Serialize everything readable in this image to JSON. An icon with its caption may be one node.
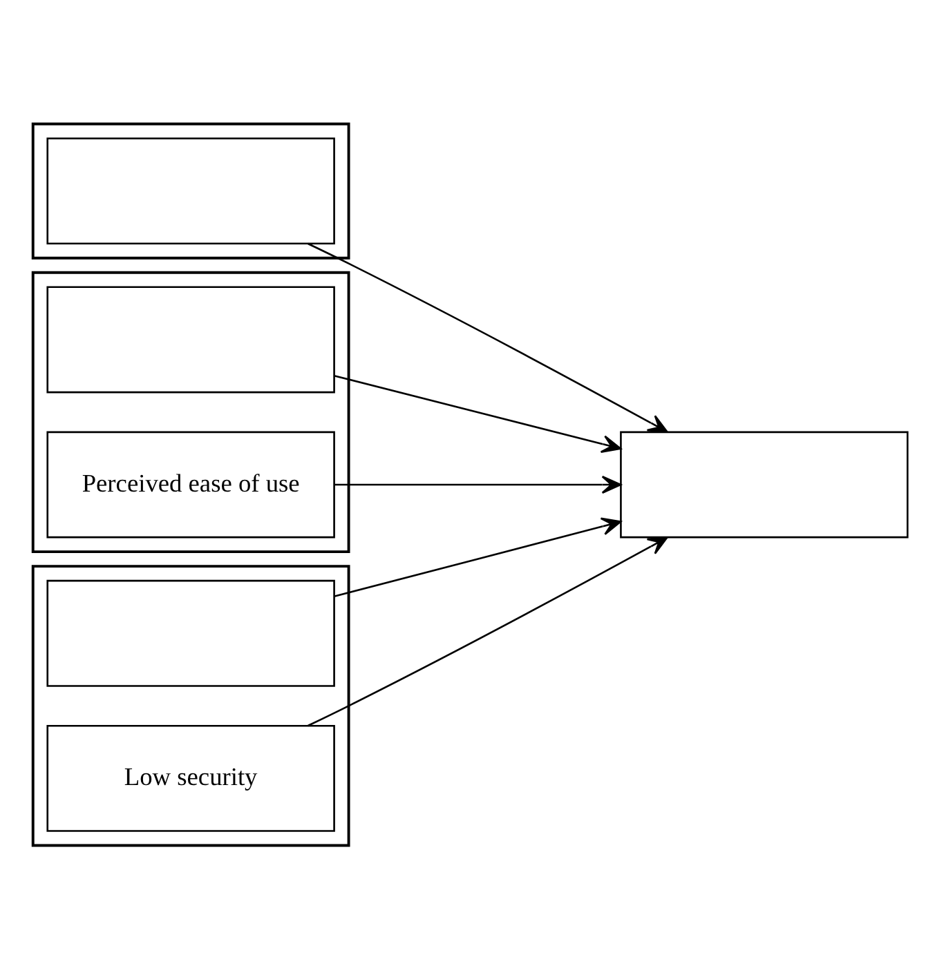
{
  "diagram": {
    "nodes": [
      {
        "text": [],
        "shape": "box"
      },
      {
        "text": [],
        "shape": "box",
        "in": 0
      },
      {
        "text": [],
        "shape": "box"
      },
      {
        "text": [],
        "shape": "box",
        "in": 2
      },
      {
        "text": [
          "Perceived ease of use"
        ],
        "in": 2
      },
      {
        "text": [],
        "shape": "box"
      },
      {
        "text": [],
        "shape": "box",
        "in": 5
      },
      {
        "text": [
          "Low security"
        ],
        "in": 5
      },
      {
        "text": [],
        "shape": "box"
      }
    ],
    "edges": [
      {
        "from": 1,
        "to": 8,
        "arrow": "to"
      },
      {
        "from": 3,
        "to": 8,
        "arrow": "to"
      },
      {
        "from": 4,
        "to": 8,
        "arrow": "to"
      },
      {
        "from": 6,
        "to": 8,
        "arrow": "to"
      },
      {
        "from": 7,
        "to": 8,
        "arrow": "to"
      }
    ]
  }
}
